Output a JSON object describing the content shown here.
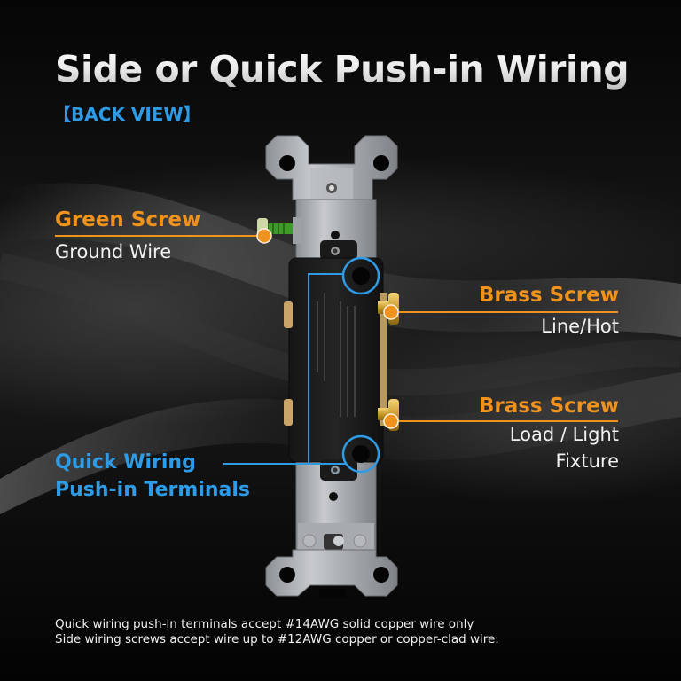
{
  "header": {
    "title": "Side or Quick Push-in Wiring",
    "subtitle": "【BACK VIEW】"
  },
  "callouts": {
    "green_screw": {
      "heading": "Green Screw",
      "description": "Ground Wire"
    },
    "brass_screw_line": {
      "heading": "Brass Screw",
      "description": "Line/Hot"
    },
    "brass_screw_load": {
      "heading": "Brass Screw",
      "description_line1": "Load / Light",
      "description_line2": "Fixture"
    },
    "push_in": {
      "line1": "Quick Wiring",
      "line2": "Push-in Terminals"
    }
  },
  "footnote": {
    "line1": "Quick wiring push-in terminals accept #14AWG solid copper wire only",
    "line2": "Side wiring screws accept wire up to #12AWG copper or copper-clad wire."
  },
  "colors": {
    "accent_orange": "#f0921e",
    "accent_blue": "#2e9be6",
    "background": "#0a0a0a",
    "text": "#f1f1f1"
  }
}
